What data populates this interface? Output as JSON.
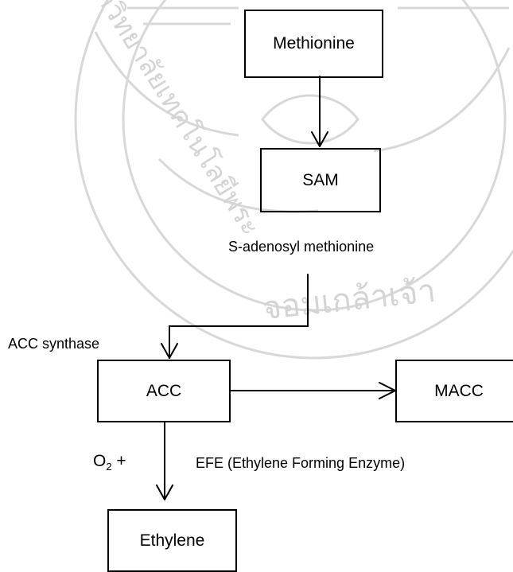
{
  "nodes": {
    "methionine": "Methionine",
    "sam": "SAM",
    "acc": "ACC",
    "macc": "MACC",
    "ethylene": "Ethylene"
  },
  "labels": {
    "sam_full": "S-adenosyl methionine",
    "acc_synthase": "ACC synthase",
    "o2_symbol": "O",
    "o2_subscript": "2",
    "o2_plus": " +",
    "efe": "EFE (Ethylene Forming Enzyme)"
  },
  "watermark": {
    "thai_text": "จอมเกล้าเจ้า",
    "thai_text_left": "มหาวิทยาลัยเทคโนโลยีพระ",
    "color": "#cfcfcf"
  },
  "colors": {
    "line": "#000000",
    "background": "#ffffff"
  }
}
